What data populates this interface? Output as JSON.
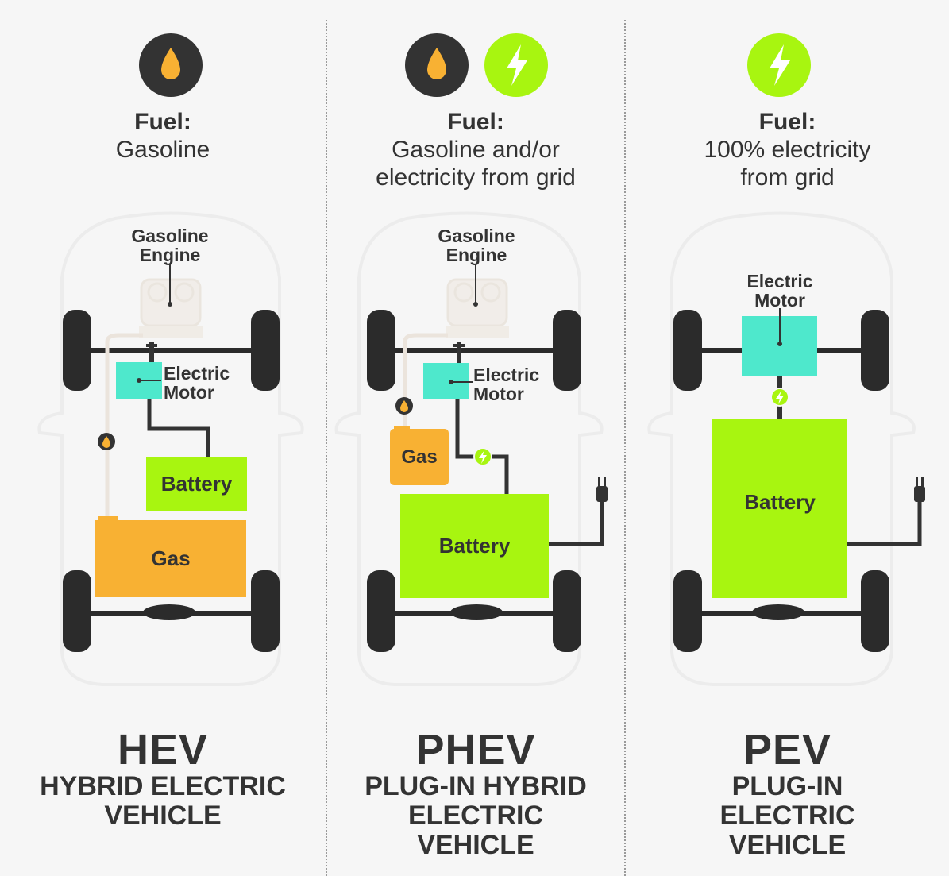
{
  "colors": {
    "background": "#f6f6f6",
    "icon_circle_dark": "#333333",
    "gasoline_orange": "#f8b133",
    "electric_green": "#a8f510",
    "motor_teal": "#4ee8cc",
    "wheel": "#2b2b2b",
    "text": "#333333"
  },
  "panels": [
    {
      "icons": [
        "fuel-drop-icon"
      ],
      "fuel_label": "Fuel:",
      "fuel_value": "Gasoline",
      "engine_label": "Gasoline\nEngine",
      "motor_label": "Electric\nMotor",
      "battery_label": "Battery",
      "gas_label": "Gas",
      "abbreviation": "HEV",
      "full_name": "HYBRID ELECTRIC\nVEHICLE"
    },
    {
      "icons": [
        "fuel-drop-icon",
        "lightning-bolt-icon"
      ],
      "fuel_label": "Fuel:",
      "fuel_value": "Gasoline and/or\nelectricity from grid",
      "engine_label": "Gasoline\nEngine",
      "motor_label": "Electric\nMotor",
      "battery_label": "Battery",
      "gas_label": "Gas",
      "plug_icon": "plug-icon",
      "abbreviation": "PHEV",
      "full_name": "PLUG-IN HYBRID\nELECTRIC\nVEHICLE"
    },
    {
      "icons": [
        "lightning-bolt-icon"
      ],
      "fuel_label": "Fuel:",
      "fuel_value": "100% electricity\nfrom grid",
      "motor_label": "Electric\nMotor",
      "battery_label": "Battery",
      "plug_icon": "plug-icon",
      "abbreviation": "PEV",
      "full_name": "PLUG-IN\nELECTRIC\nVEHICLE"
    }
  ]
}
